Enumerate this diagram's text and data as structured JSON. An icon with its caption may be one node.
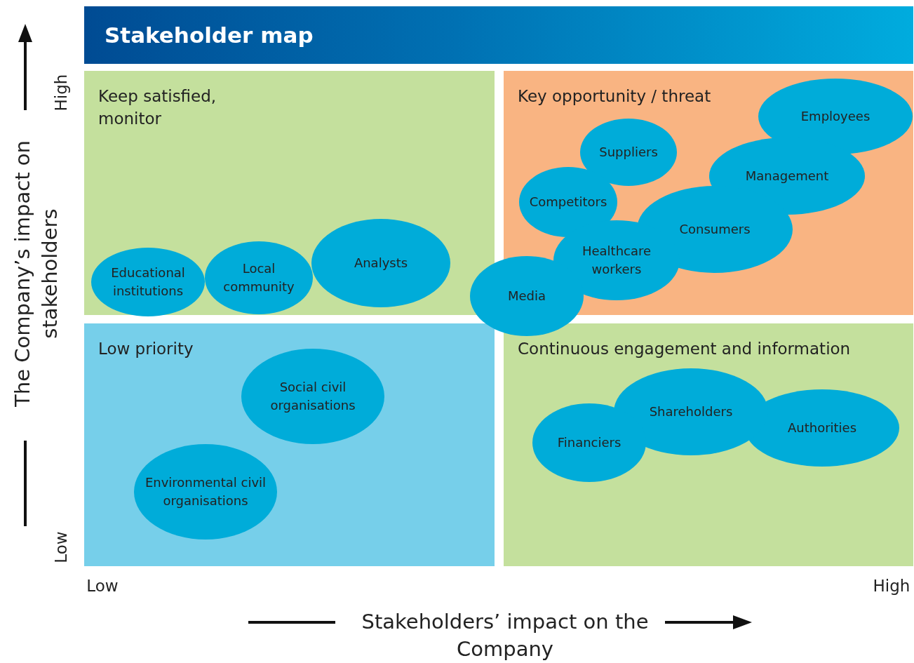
{
  "diagram": {
    "title": "Stakeholder map",
    "nodes": [
      {
        "text": [
          "Keep satisfied, monitor"
        ]
      },
      {
        "text": [
          "Educational institutions"
        ],
        "in": 0
      },
      {
        "text": [
          "Local community"
        ],
        "in": 0
      },
      {
        "text": [
          "Analysts"
        ],
        "in": 0
      },
      {
        "text": [
          "Key opportunity / threat"
        ]
      },
      {
        "text": [
          "Employees"
        ],
        "in": 4
      },
      {
        "text": [
          "Suppliers"
        ],
        "in": 4
      },
      {
        "text": [
          "Management"
        ],
        "in": 4
      },
      {
        "text": [
          "Competitors"
        ],
        "in": 4
      },
      {
        "text": [
          "Consumers"
        ],
        "in": 4
      },
      {
        "text": [
          "Healthcare workers"
        ],
        "in": 4
      },
      {
        "text": [
          "Media"
        ]
      },
      {
        "text": [
          "Low priority"
        ]
      },
      {
        "text": [
          "Social civil organisations"
        ],
        "in": 12
      },
      {
        "text": [
          "Environmental civil organisations"
        ],
        "in": 12
      },
      {
        "text": [
          "Continuous engagement and information"
        ]
      },
      {
        "text": [
          "Shareholders"
        ],
        "in": 15
      },
      {
        "text": [
          "Financiers"
        ],
        "in": 15
      },
      {
        "text": [
          "Authorities"
        ],
        "in": 15
      }
    ],
    "labels": [
      "High",
      "The Company’s impact on stakeholders",
      "Low",
      "Low",
      "High",
      "Stakeholders’ impact on the Company"
    ]
  }
}
